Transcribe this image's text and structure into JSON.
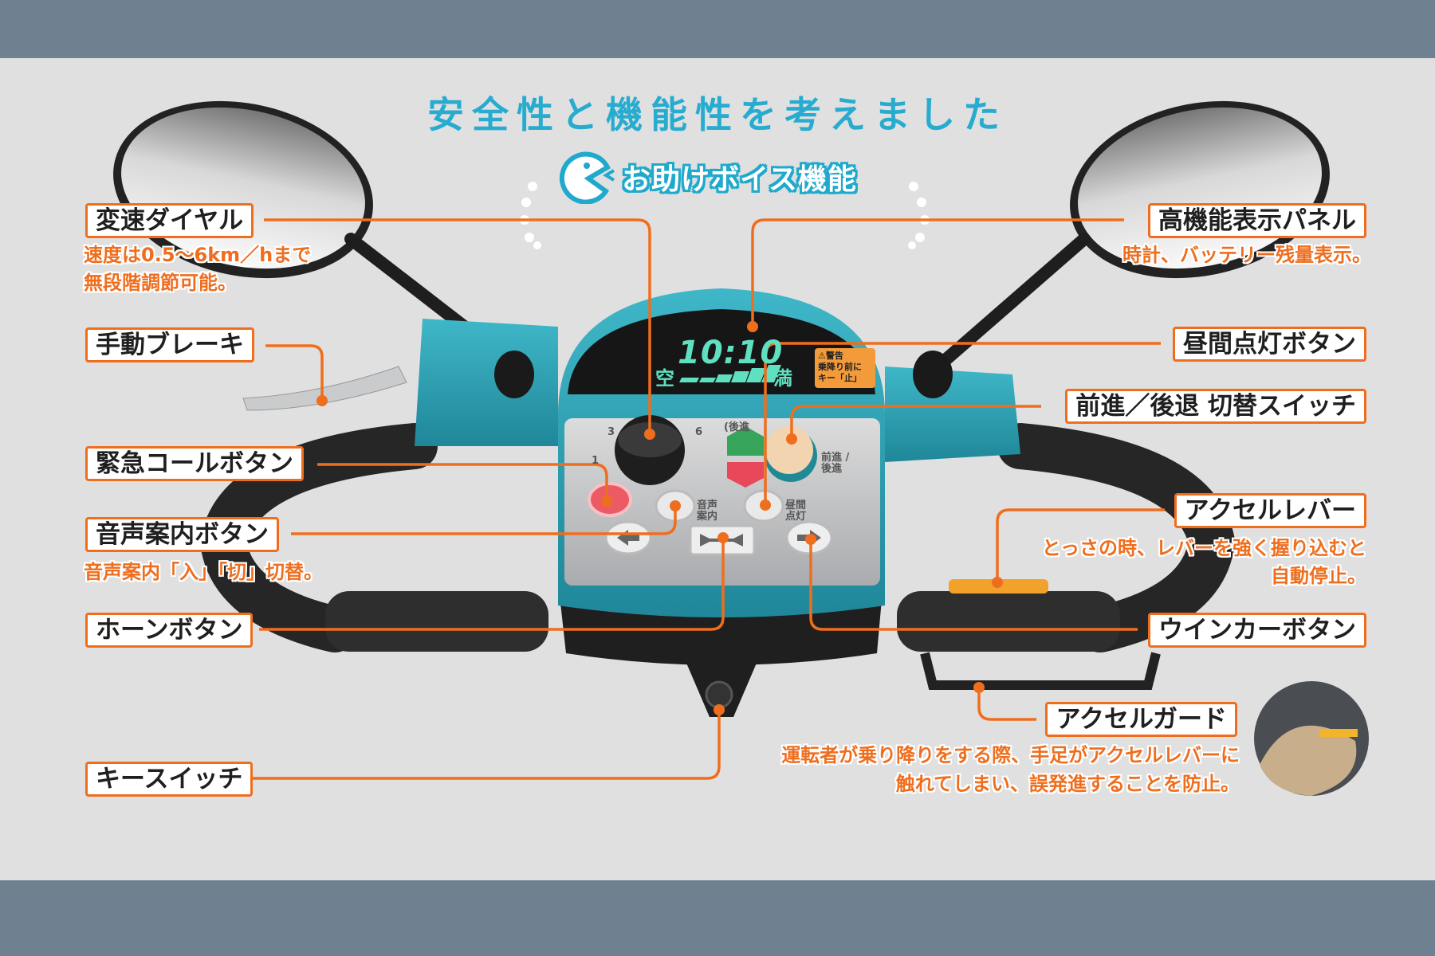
{
  "title": "安全性と機能性を考えました",
  "voice_badge": {
    "label": "お助けボイス機能",
    "icon": "voice-mascot-icon"
  },
  "colors": {
    "accent_orange": "#ef6e1e",
    "title_cyan": "#27acd0",
    "console_teal": "#2b9fb4",
    "band": "#6f8191"
  },
  "display": {
    "clock": "10:10",
    "empty": "空",
    "full": "満",
    "warning_title": "⚠警告",
    "warning_body": "乗降り前に キー「止」"
  },
  "panel": {
    "speed_3": "3",
    "speed_1": "1",
    "speed_6": "6",
    "reverse_mark": "(後進",
    "voice_btn": "音声 案内",
    "daylight_btn": "昼間 点灯",
    "fwd_rev": "前進 /後進"
  },
  "callouts": {
    "speed_dial": {
      "label": "変速ダイヤル",
      "desc": [
        "速度は0.5〜6km／hまで",
        "無段階調節可能。"
      ]
    },
    "hand_brake": {
      "label": "手動ブレーキ"
    },
    "emergency_call": {
      "label": "緊急コールボタン"
    },
    "voice_guide": {
      "label": "音声案内ボタン",
      "desc": [
        "音声案内「入」「切」切替。"
      ]
    },
    "horn": {
      "label": "ホーンボタン"
    },
    "key_switch": {
      "label": "キースイッチ"
    },
    "display_panel": {
      "label": "高機能表示パネル",
      "desc": [
        "時計、バッテリー残量表示。"
      ]
    },
    "daylight": {
      "label": "昼間点灯ボタン"
    },
    "fwd_rev_switch": {
      "label": "前進／後退 切替スイッチ"
    },
    "accel_lever": {
      "label": "アクセルレバー",
      "desc": [
        "とっさの時、レバーを強く握り込むと",
        "自動停止。"
      ]
    },
    "winker": {
      "label": "ウインカーボタン"
    },
    "accel_guard": {
      "label": "アクセルガード",
      "desc": [
        "運転者が乗り降りをする際、手足がアクセルレバーに",
        "触れてしまい、誤発進することを防止。"
      ]
    }
  }
}
